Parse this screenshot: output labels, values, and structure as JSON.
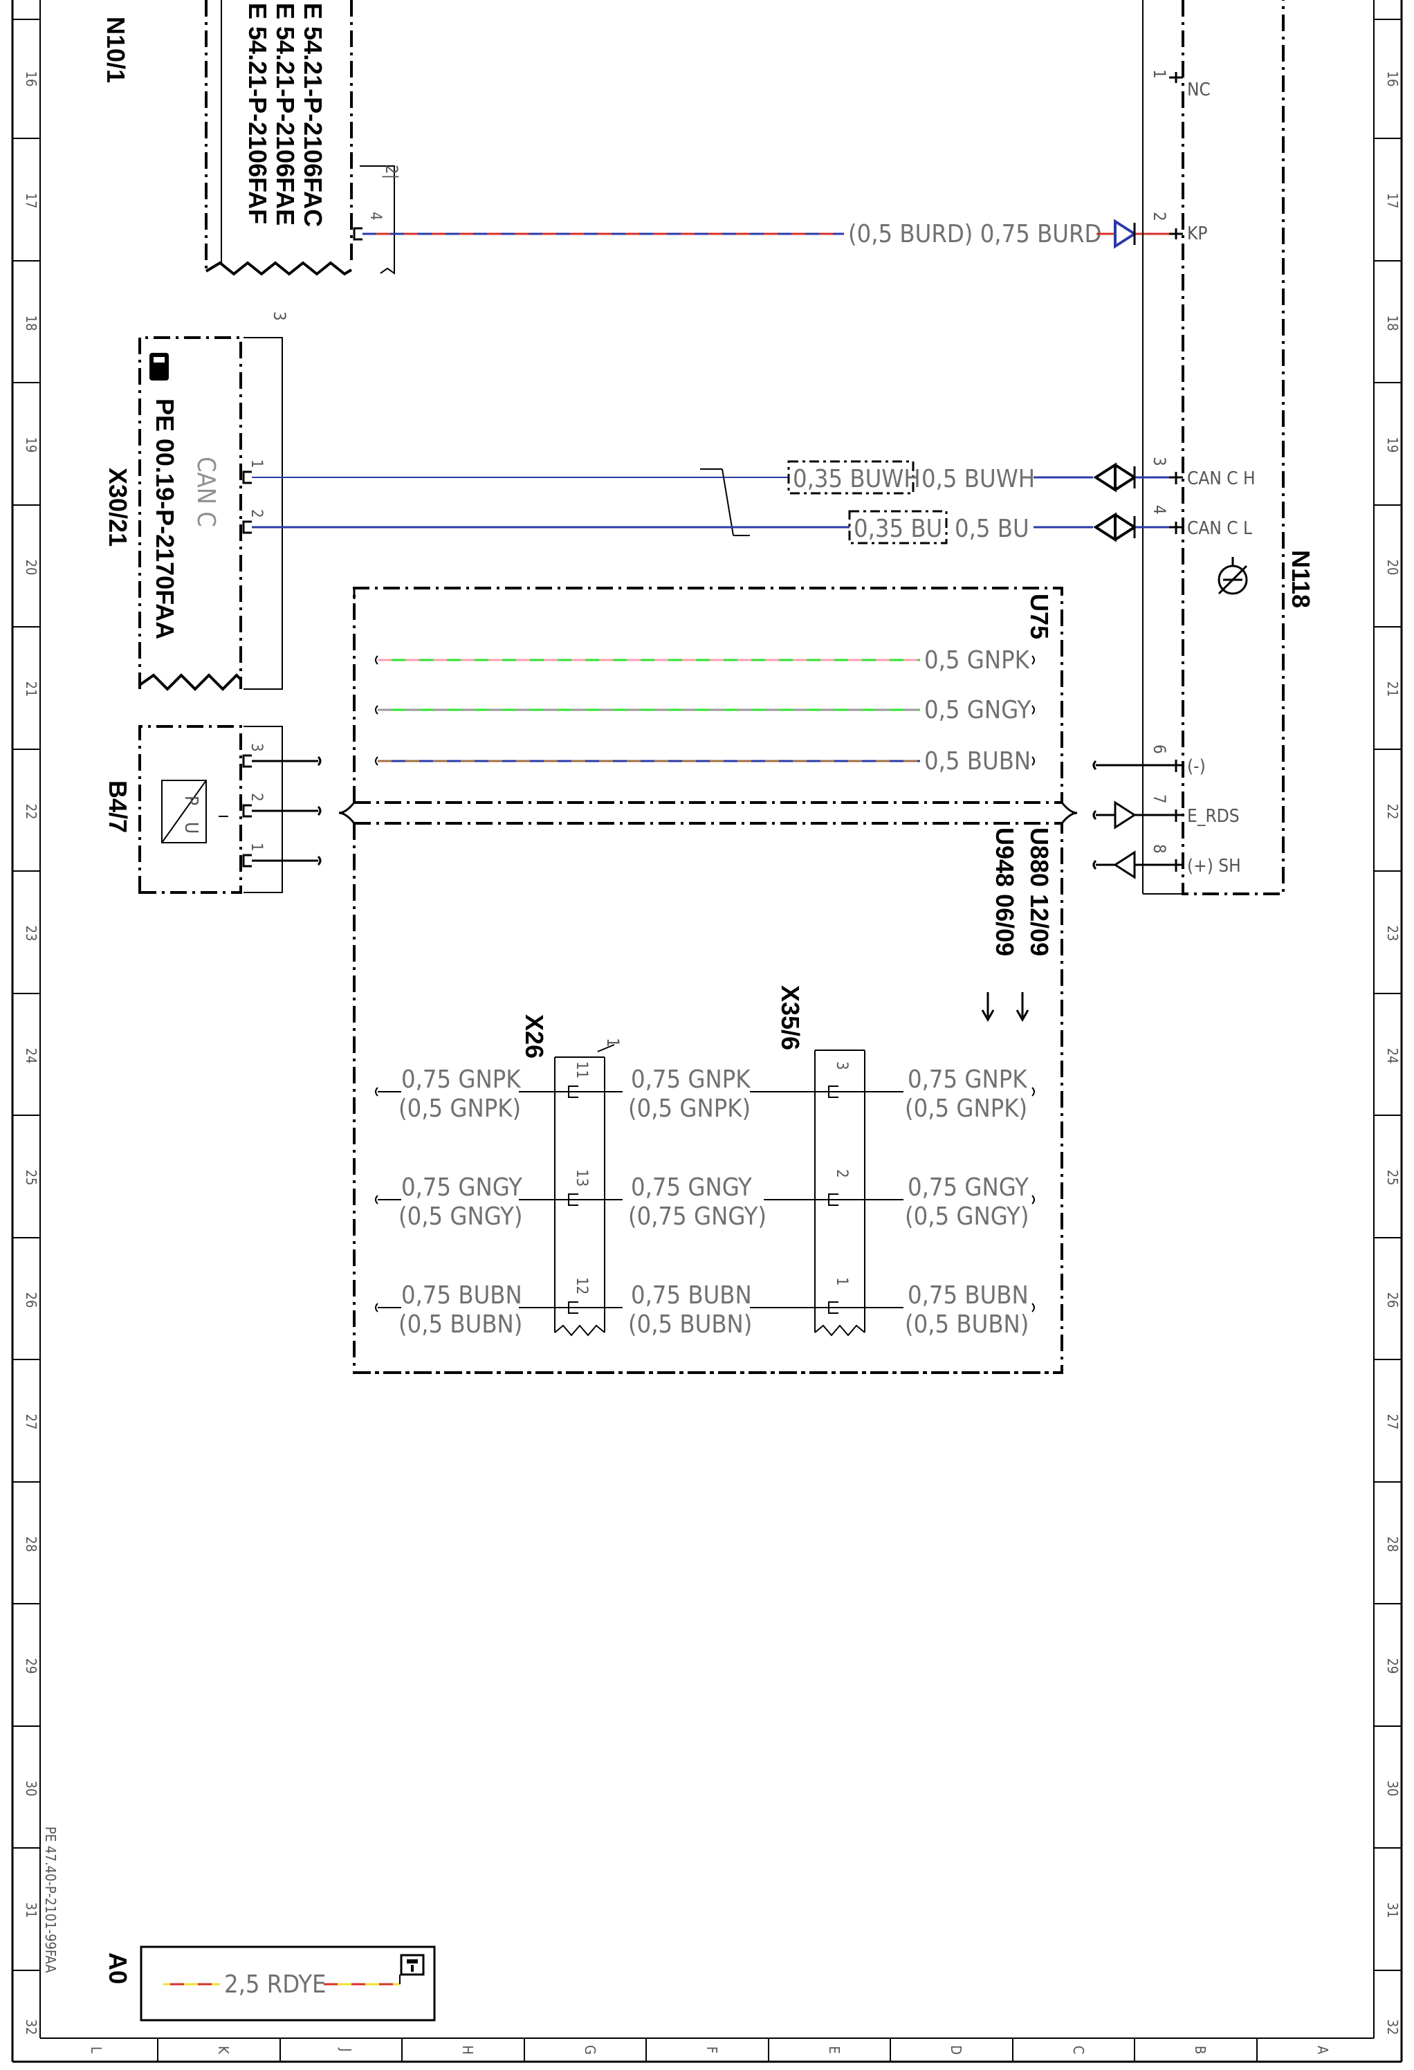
{
  "sheet": {
    "row_numbers": [
      "16",
      "17",
      "18",
      "19",
      "20",
      "21",
      "22",
      "23",
      "24",
      "25",
      "26",
      "27",
      "28",
      "29",
      "30",
      "31",
      "32"
    ],
    "column_letters": [
      "L",
      "K",
      "J",
      "H",
      "G",
      "F",
      "E",
      "D",
      "C",
      "B",
      "A"
    ],
    "document_code": "PE 47.40-P-2101-99FAA",
    "sheet_size": "A0"
  },
  "colors": {
    "frame": "#000000",
    "blue": "#2b3aa8",
    "red": "#d6302a",
    "green": "#2fe02f",
    "pink": "#ff9fb4",
    "gray": "#9a9a9a",
    "brown": "#a07045",
    "yellow": "#f0e030",
    "text_gray": "#707070"
  },
  "components": {
    "n10_1": {
      "id": "N10/1",
      "refs": [
        "E 54.21-P-2106FAC",
        "E 54.21-P-2106FAE",
        "E 54.21-P-2106FAF"
      ],
      "pin": "4",
      "marker": "2|"
    },
    "x30_21": {
      "id": "X30/21",
      "ref": "PE 00.19-P-2170FAA",
      "label": "CAN C",
      "pins": [
        "1",
        "2"
      ],
      "marker": "3"
    },
    "b4_7": {
      "id": "B4/7",
      "symbol_text": [
        "P",
        "U"
      ],
      "pins": [
        "3",
        "2",
        "1"
      ]
    },
    "n118": {
      "id": "N118",
      "pins": [
        {
          "num": "1",
          "label": "NC"
        },
        {
          "num": "2",
          "label": "KP"
        },
        {
          "num": "3",
          "label": "CAN C H"
        },
        {
          "num": "4",
          "label": "CAN C L"
        },
        {
          "num": "6",
          "label": "(-)"
        },
        {
          "num": "7",
          "label": "E_RDS"
        },
        {
          "num": "8",
          "label": "(+) SH"
        }
      ]
    },
    "u75": {
      "id": "U75"
    },
    "u880": {
      "id": "U880 12/09"
    },
    "u948": {
      "id": "U948 06/09"
    },
    "x26": {
      "id": "X26",
      "pins": [
        "11",
        "13",
        "12"
      ],
      "marker": "1"
    },
    "x35_6": {
      "id": "X35/6",
      "pins": [
        "3",
        "2",
        "1"
      ]
    }
  },
  "wires": {
    "kp": "(0,5 BURD) 0,75 BURD",
    "can_h_alt": "0,35 BUWH",
    "can_h": "0,5 BUWH",
    "can_l_alt": "0,35 BU",
    "can_l": "0,5 BU",
    "u75_1": "0,5 GNPK",
    "u75_2": "0,5 GNGY",
    "u75_3": "0,5 BUBN"
  },
  "u880_wires": {
    "left": [
      {
        "a": "0,75 GNPK",
        "b": "(0,5 GNPK)"
      },
      {
        "a": "0,75 GNGY",
        "b": "(0,5 GNGY)"
      },
      {
        "a": "0,75 BUBN",
        "b": "(0,5 BUBN)"
      }
    ],
    "mid": [
      {
        "a": "0,75 GNPK",
        "b": "(0,5 GNPK)"
      },
      {
        "a": "0,75 GNGY",
        "b": "(0,75 GNGY)"
      },
      {
        "a": "0,75 BUBN",
        "b": "(0,5 BUBN)"
      }
    ],
    "right": [
      {
        "a": "0,75 GNPK",
        "b": "(0,5 GNPK)"
      },
      {
        "a": "0,75 GNGY",
        "b": "(0,5 GNGY)"
      },
      {
        "a": "0,75 BUBN",
        "b": "(0,5 BUBN)"
      }
    ]
  },
  "legend": {
    "wire": "2,5 RDYE"
  }
}
